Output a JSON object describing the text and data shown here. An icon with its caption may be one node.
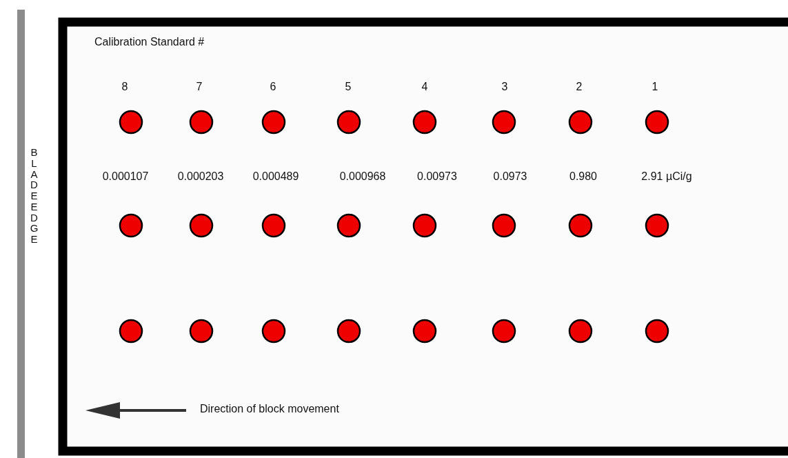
{
  "diagram": {
    "nodes": [
      {
        "text": [],
        "shape": "circle"
      },
      {
        "text": [],
        "shape": "circle"
      },
      {
        "text": [],
        "shape": "circle"
      },
      {
        "text": [],
        "shape": "circle"
      },
      {
        "text": [],
        "shape": "circle"
      },
      {
        "text": [],
        "shape": "circle"
      },
      {
        "text": [],
        "shape": "circle"
      },
      {
        "text": [],
        "shape": "circle"
      },
      {
        "text": [],
        "shape": "circle"
      },
      {
        "text": [],
        "shape": "circle"
      },
      {
        "text": [],
        "shape": "circle"
      },
      {
        "text": [],
        "shape": "circle"
      },
      {
        "text": [],
        "shape": "circle"
      },
      {
        "text": [],
        "shape": "circle"
      },
      {
        "text": [],
        "shape": "circle"
      },
      {
        "text": [],
        "shape": "circle"
      },
      {
        "text": [],
        "shape": "circle"
      },
      {
        "text": [],
        "shape": "circle"
      },
      {
        "text": [],
        "shape": "circle"
      },
      {
        "text": [],
        "shape": "circle"
      },
      {
        "text": [],
        "shape": "circle"
      },
      {
        "text": [],
        "shape": "circle"
      },
      {
        "text": [],
        "shape": "circle"
      },
      {
        "text": [],
        "shape": "circle"
      }
    ],
    "labels": [
      "BLADE EDGE",
      "Calibration Standard #",
      "8",
      "7",
      "6",
      "5",
      "4",
      "3",
      "2",
      "1",
      "0.000107",
      "0.000203",
      "0.000489",
      "0.000968",
      "0.00973",
      "0.0973",
      "0.980",
      "2.91 µCi/g",
      "Direction of block movement"
    ]
  }
}
